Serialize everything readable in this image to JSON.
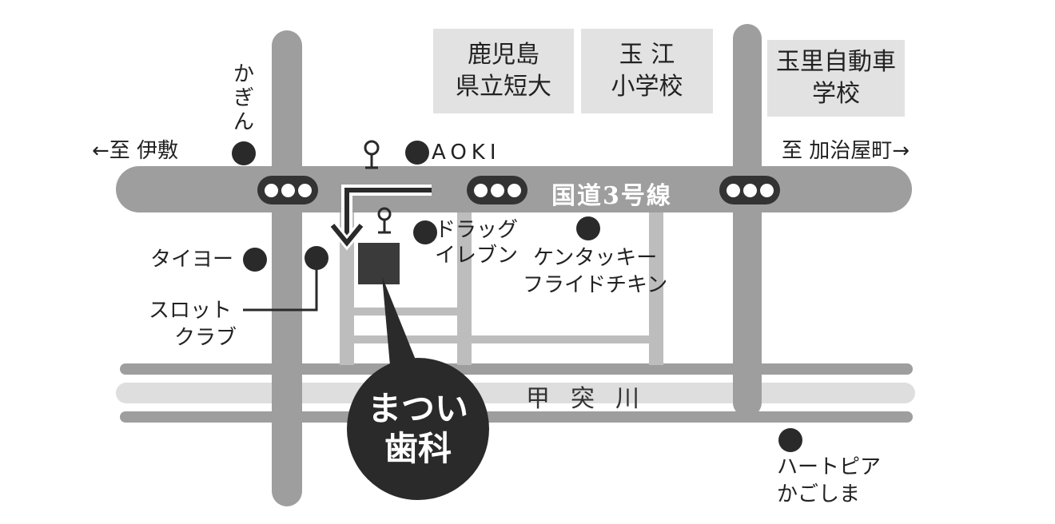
{
  "map": {
    "route_name": "国道3号線",
    "river_name": "甲突川",
    "clinic": {
      "line1": "まつい",
      "line2": "歯科"
    },
    "directions": {
      "west": "←至 伊敷",
      "east": "至 加治屋町→"
    },
    "buildings": {
      "tanki_daigaku": {
        "line1": "鹿児島",
        "line2": "県立短大"
      },
      "tamae_school": {
        "line1": "玉 江",
        "line2": "小学校"
      },
      "driving_school": {
        "line1": "玉里自動車",
        "line2": "学校"
      }
    },
    "landmarks": {
      "kagin": "か\nぎ\nん",
      "aoki": "AOKI",
      "drug_eleven": {
        "line1": "ドラッグ",
        "line2": "イレブン"
      },
      "kentucky": {
        "line1": "ケンタッキー",
        "line2": "フライドチキン"
      },
      "taiyo": "タイヨー",
      "slot_club": {
        "line1": "スロット",
        "line2": "クラブ"
      },
      "heart_pia": {
        "line1": "ハートピア",
        "line2": "かごしま"
      }
    },
    "icons": [
      "traffic-signal-icon",
      "bus-stop-icon",
      "landmark-dot-icon",
      "direction-arrow-icon"
    ],
    "colors": {
      "road": "#9e9e9e",
      "river": "#dedede",
      "clinic": "#2a2a2a",
      "building": "#e2e2e2"
    }
  }
}
